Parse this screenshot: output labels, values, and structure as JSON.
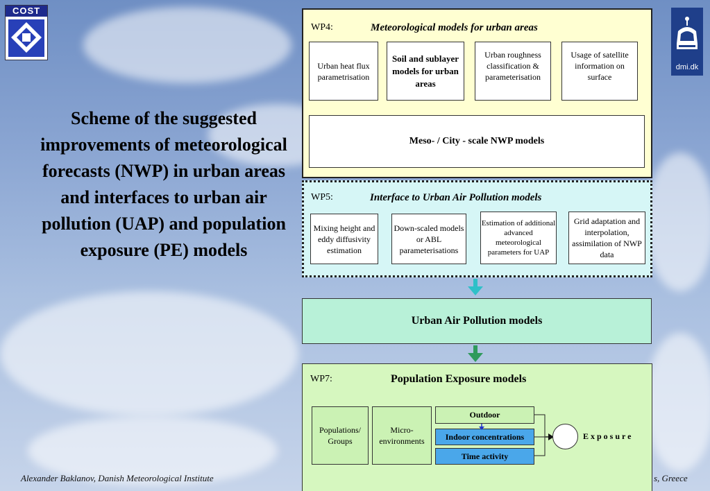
{
  "colors": {
    "wp4_bg": "#ffffd2",
    "wp5_bg": "#d6f6f6",
    "uap_bg": "#b8f1d8",
    "wp7_bg": "#d6f7bf",
    "sub_green": "#cbf2b4",
    "blue_box": "#4aa7ea",
    "arrow_cyan": "#2fc0c8",
    "arrow_green": "#2f9a5c"
  },
  "logos": {
    "cost": "COST",
    "dmi": "dmi.dk"
  },
  "main_text": "Scheme of the suggested improvements of meteorological forecasts (NWP) in urban areas and interfaces to urban air pollution (UAP) and population exposure (PE) models",
  "wp4": {
    "label": "WP4:",
    "title": "Meteorological models for urban areas",
    "boxes": [
      "Urban heat flux parametrisation",
      "Soil and sublayer models for urban areas",
      "Urban roughness classification & parameterisation",
      "Usage of satellite information on surface"
    ],
    "nwp": "Meso- / City - scale NWP models"
  },
  "wp5": {
    "label": "WP5:",
    "title": "Interface to Urban Air Pollution models",
    "boxes": [
      "Mixing height and eddy diffusivity estimation",
      "Down-scaled models or ABL parameterisations",
      "Estimation of additional advanced meteorological parameters for UAP",
      "Grid adaptation and interpolation, assimilation of NWP data"
    ]
  },
  "uap": "Urban Air Pollution models",
  "wp7": {
    "label": "WP7:",
    "title": "Population Exposure models",
    "populations": "Populations/ Groups",
    "micro": "Micro-environments",
    "outdoor": "Outdoor",
    "indoor": "Indoor concentrations",
    "time": "Time activity",
    "exposure": "E x p o s u r e"
  },
  "footer": {
    "left": "Alexander Baklanov, Danish Meteorological Institute",
    "right": "s, Greece"
  }
}
